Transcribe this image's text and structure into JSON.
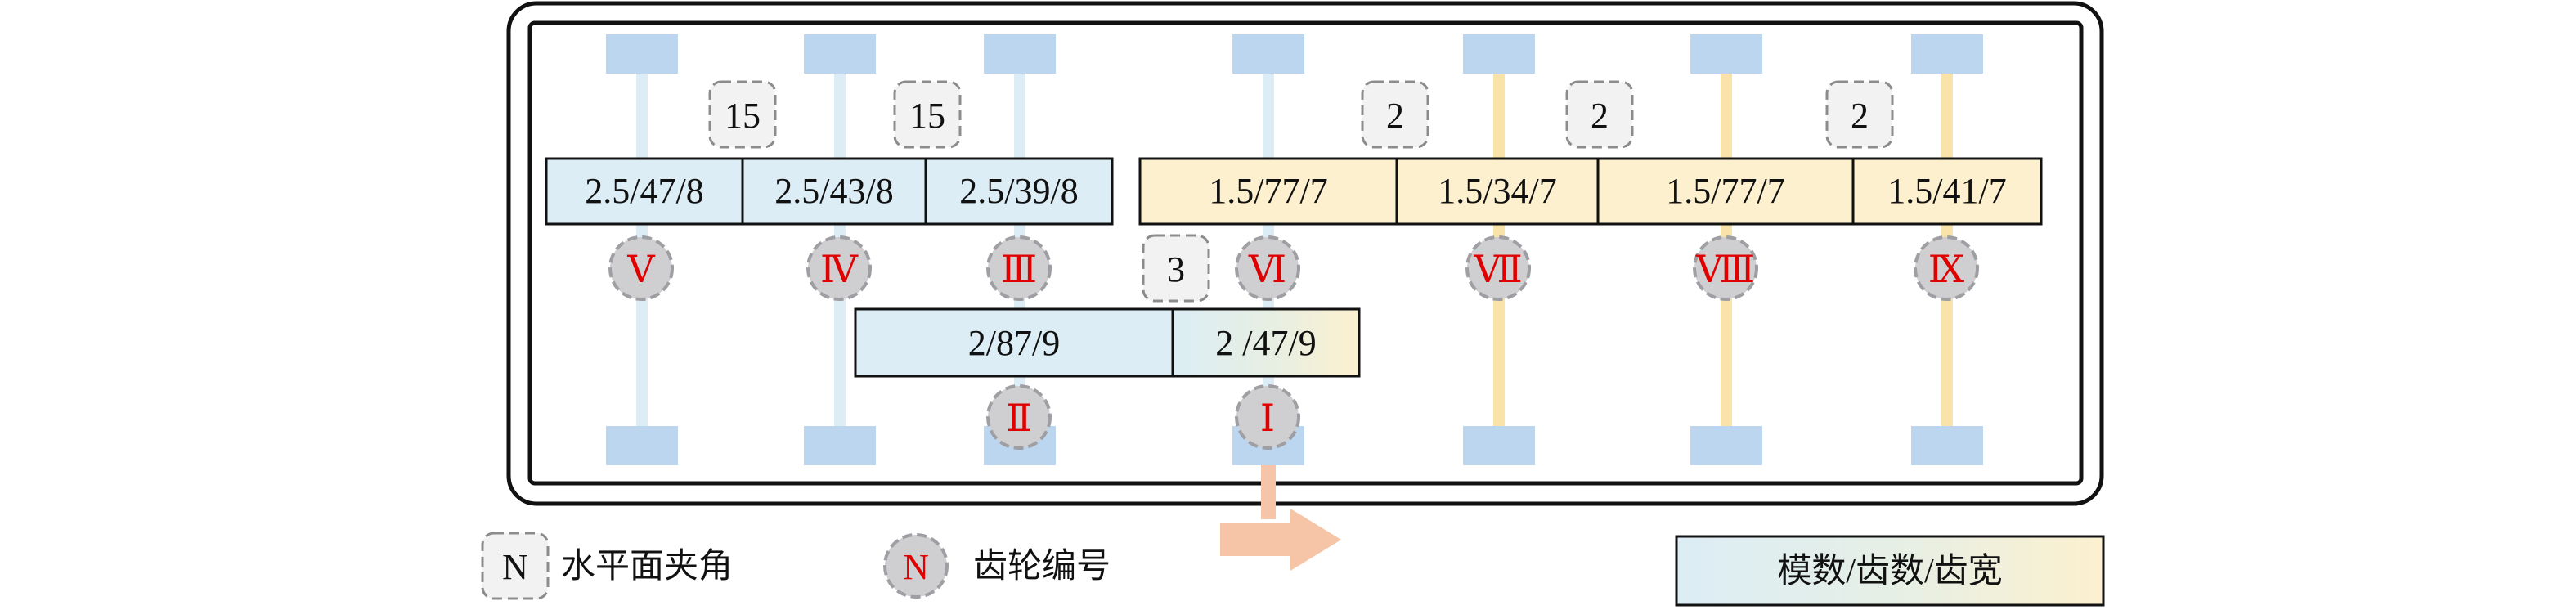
{
  "colors": {
    "blue_fill": "#dcedf5",
    "blue_shaft": "#dcedf5",
    "yellow_fill": "#fcf0cf",
    "yellow_shaft": "#f9e3a8",
    "bearing": "#bcd6ef",
    "gear_circle": "#cfcfd1",
    "gear_stroke": "#9e9ea3",
    "gear_label": "#e00000",
    "angle_box": "#f2f2f3",
    "angle_stroke": "#8c8c8c",
    "arrow": "#f6c4a7",
    "outline": "#111111"
  },
  "angles": [
    "15",
    "15",
    "2",
    "2",
    "2",
    "3"
  ],
  "gears": [
    "Ⅰ",
    "Ⅱ",
    "Ⅲ",
    "Ⅳ",
    "Ⅴ",
    "Ⅵ",
    "Ⅶ",
    "Ⅷ",
    "Ⅸ"
  ],
  "pairs": {
    "top_left": [
      "2.5/47/8",
      "2.5/43/8",
      "2.5/39/8"
    ],
    "top_right": [
      "1.5/77/7",
      "1.5/34/7",
      "1.5/77/7",
      "1.5/41/7"
    ],
    "bottom": [
      "2/87/9",
      "2 /47/9"
    ]
  },
  "legend": {
    "angle_symbol": "N",
    "angle_text": "水平面夹角",
    "gear_symbol": "N",
    "gear_text": "齿轮编号",
    "param_text": "模数/齿数/齿宽"
  }
}
